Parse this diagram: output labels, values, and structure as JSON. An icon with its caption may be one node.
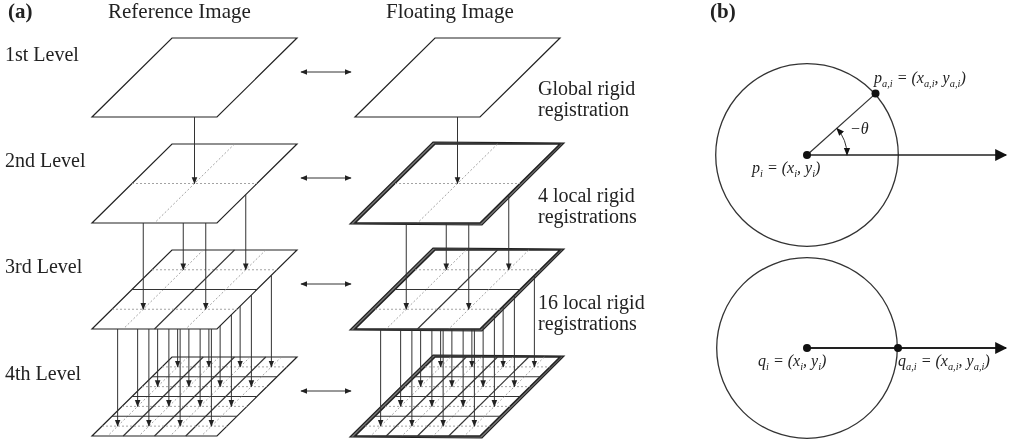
{
  "diagram": {
    "nodes": [
      {
        "text": [],
        "shape": "parallelogram"
      },
      {
        "text": [],
        "shape": "parallelogram"
      },
      {
        "text": [],
        "shape": "parallelogram"
      },
      {
        "text": [],
        "shape": "parallelogram"
      },
      {
        "text": [],
        "shape": "parallelogram"
      },
      {
        "text": [],
        "shape": "parallelogram"
      },
      {
        "text": [],
        "shape": "parallelogram"
      },
      {
        "text": [],
        "shape": "parallelogram"
      },
      {
        "text": [],
        "shape": "circle"
      },
      {
        "text": [],
        "shape": "circle"
      }
    ],
    "edges": [
      {
        "from": 0,
        "to": 1,
        "arrow": "both"
      },
      {
        "from": 2,
        "to": 3,
        "arrow": "both"
      },
      {
        "from": 4,
        "to": 5,
        "arrow": "both"
      },
      {
        "from": 6,
        "to": 7,
        "arrow": "both"
      },
      {
        "from": 0,
        "to": 2,
        "arrow": "to"
      },
      {
        "from": 1,
        "to": 3,
        "arrow": "to"
      },
      {
        "from": 2,
        "to": 4,
        "arrow": "to"
      },
      {
        "from": 2,
        "to": 4,
        "arrow": "to"
      },
      {
        "from": 2,
        "to": 4,
        "arrow": "to"
      },
      {
        "from": 2,
        "to": 4,
        "arrow": "to"
      },
      {
        "from": 3,
        "to": 5,
        "arrow": "to"
      },
      {
        "from": 3,
        "to": 5,
        "arrow": "to"
      },
      {
        "from": 3,
        "to": 5,
        "arrow": "to"
      },
      {
        "from": 3,
        "to": 5,
        "arrow": "to"
      },
      {
        "from": 4,
        "to": 6,
        "arrow": "to"
      },
      {
        "from": 4,
        "to": 6,
        "arrow": "to"
      },
      {
        "from": 4,
        "to": 6,
        "arrow": "to"
      },
      {
        "from": 4,
        "to": 6,
        "arrow": "to"
      },
      {
        "from": 4,
        "to": 6,
        "arrow": "to"
      },
      {
        "from": 4,
        "to": 6,
        "arrow": "to"
      },
      {
        "from": 4,
        "to": 6,
        "arrow": "to"
      },
      {
        "from": 4,
        "to": 6,
        "arrow": "to"
      },
      {
        "from": 4,
        "to": 6,
        "arrow": "to"
      },
      {
        "from": 4,
        "to": 6,
        "arrow": "to"
      },
      {
        "from": 4,
        "to": 6,
        "arrow": "to"
      },
      {
        "from": 4,
        "to": 6,
        "arrow": "to"
      },
      {
        "from": 4,
        "to": 6,
        "arrow": "to"
      },
      {
        "from": 4,
        "to": 6,
        "arrow": "to"
      },
      {
        "from": 4,
        "to": 6,
        "arrow": "to"
      },
      {
        "from": 4,
        "to": 6,
        "arrow": "to"
      },
      {
        "from": 5,
        "to": 7,
        "arrow": "to"
      },
      {
        "from": 5,
        "to": 7,
        "arrow": "to"
      },
      {
        "from": 5,
        "to": 7,
        "arrow": "to"
      },
      {
        "from": 5,
        "to": 7,
        "arrow": "to"
      },
      {
        "from": 5,
        "to": 7,
        "arrow": "to"
      },
      {
        "from": 5,
        "to": 7,
        "arrow": "to"
      },
      {
        "from": 5,
        "to": 7,
        "arrow": "to"
      },
      {
        "from": 5,
        "to": 7,
        "arrow": "to"
      },
      {
        "from": 5,
        "to": 7,
        "arrow": "to"
      },
      {
        "from": 5,
        "to": 7,
        "arrow": "to"
      },
      {
        "from": 5,
        "to": 7,
        "arrow": "to"
      },
      {
        "from": 5,
        "to": 7,
        "arrow": "to"
      },
      {
        "from": 5,
        "to": 7,
        "arrow": "to"
      },
      {
        "from": 5,
        "to": 7,
        "arrow": "to"
      },
      {
        "from": 5,
        "to": 7,
        "arrow": "to"
      },
      {
        "from": 5,
        "to": 7,
        "arrow": "to"
      }
    ],
    "labels": [
      "(a)",
      "Reference Image",
      "Floating Image",
      "1st Level",
      "Global rigid registration",
      "2nd Level",
      "4 local rigid registrations",
      "3rd Level",
      "16 local rigid registrations",
      "4th Level",
      "(b)",
      "p$_{a,i}$ = (x$_{a,i}$, y$_{a,i}$)",
      "−θ",
      "p$_{i}$ = (x$_{i}$, y$_{i}$)",
      "q$_{i}$ = (x$_{i}$, y$_{i}$)",
      "q$_{a,i}$ = (x$_{a,i}$, y$_{a,i}$)"
    ]
  }
}
